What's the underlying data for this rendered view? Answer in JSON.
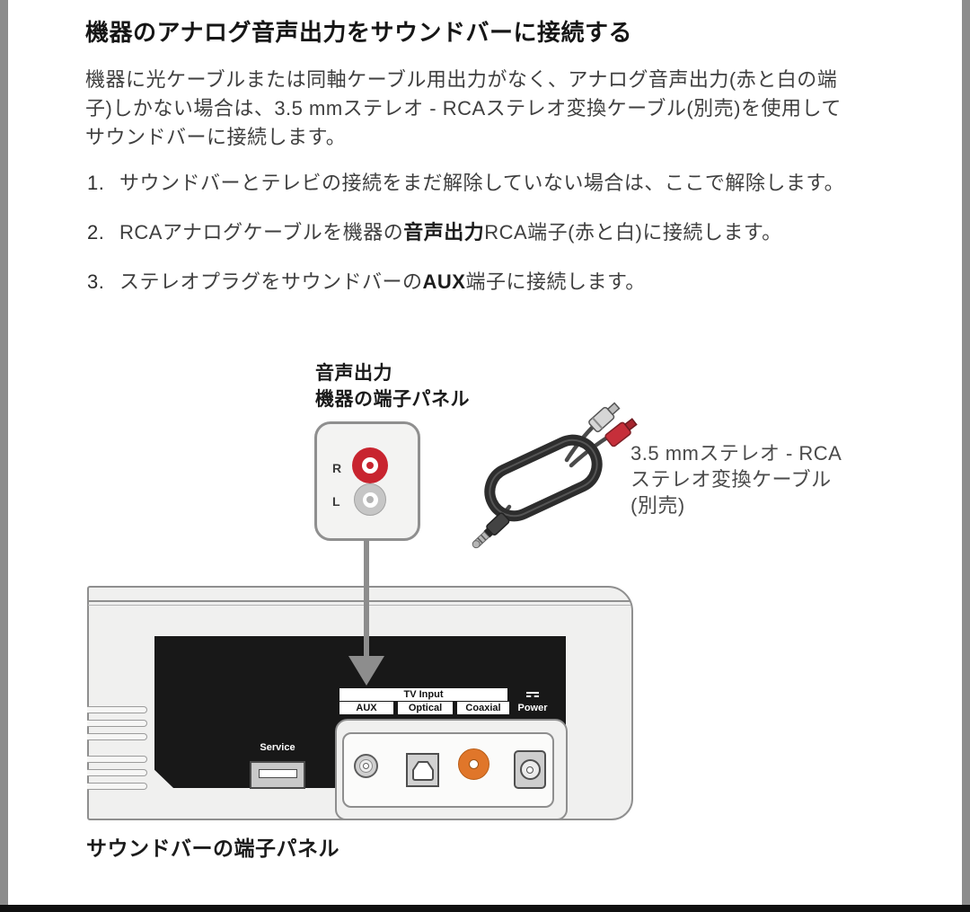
{
  "page": {
    "title": "機器のアナログ音声出力をサウンドバーに接続する",
    "intro_lines": [
      "機器に光ケーブルまたは同軸ケーブル用出力がなく、アナログ音声出力(赤と白の端",
      "子)しかない場合は、3.5 mmステレオ - RCAステレオ変換ケーブル(別売)を使用して",
      "サウンドバーに接続します。"
    ],
    "steps": [
      {
        "num": "1.",
        "pre": "サウンドバーとテレビの接続をまだ解除していない場合は、ここで解除します。",
        "bold": "",
        "post": ""
      },
      {
        "num": "2.",
        "pre": "RCAアナログケーブルを機器の",
        "bold": "音声出力",
        "post": "RCA端子(赤と白)に接続します。"
      },
      {
        "num": "3.",
        "pre": "ステレオプラグをサウンドバーの",
        "bold": "AUX",
        "post": "端子に接続します。"
      }
    ]
  },
  "diagram": {
    "source_label": [
      "音声出力",
      "機器の端子パネル"
    ],
    "jack_r": "R",
    "jack_l": "L",
    "cable_label": [
      "3.5 mmステレオ - RCA",
      "ステレオ変換ケーブル",
      "(別売)"
    ],
    "soundbar": {
      "tv_input": "TV Input",
      "aux": "AUX",
      "optical": "Optical",
      "coaxial": "Coaxial",
      "power": "Power",
      "service": "Service",
      "caption": "サウンドバーの端子パネル"
    },
    "colors": {
      "rca_red": "#c8242f",
      "rca_white_gray": "#c6c6c6",
      "coax_orange": "#e0762a",
      "arrow_gray": "#8d8d8d",
      "panel_black": "#181818"
    }
  }
}
